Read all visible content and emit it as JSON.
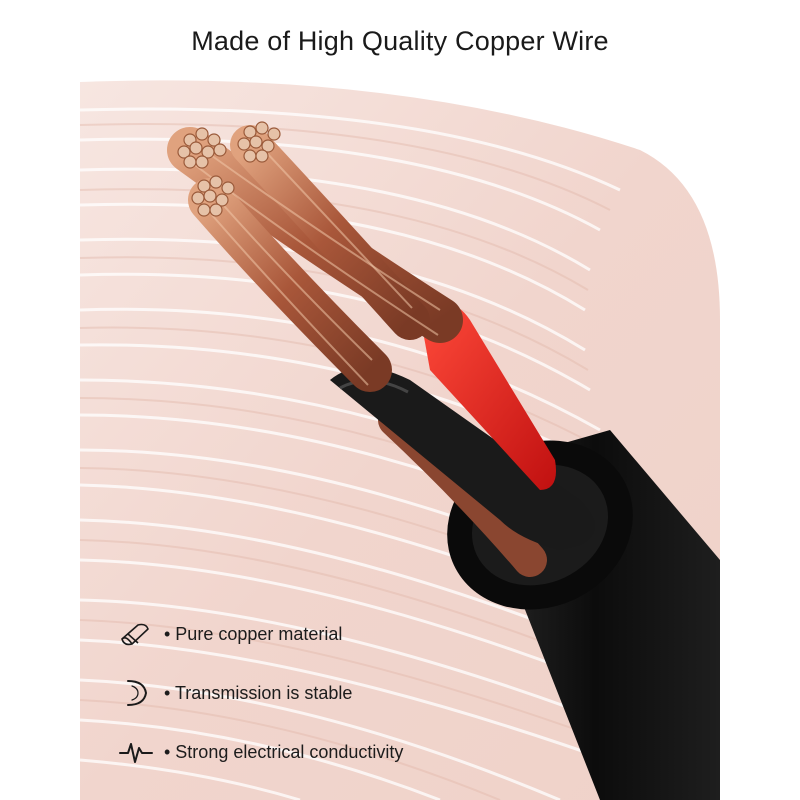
{
  "title": "Made of High Quality Copper Wire",
  "features": [
    {
      "icon": "copper-material-icon",
      "label": "• Pure copper material"
    },
    {
      "icon": "stable-transmission-icon",
      "label": "• Transmission is stable"
    },
    {
      "icon": "pulse-signal-icon",
      "label": "• Strong electrical conductivity"
    }
  ],
  "colors": {
    "coil": "#f3dcd6",
    "copper": "#b5653f",
    "red_insulation": "#e02020",
    "black_jacket": "#111111"
  }
}
